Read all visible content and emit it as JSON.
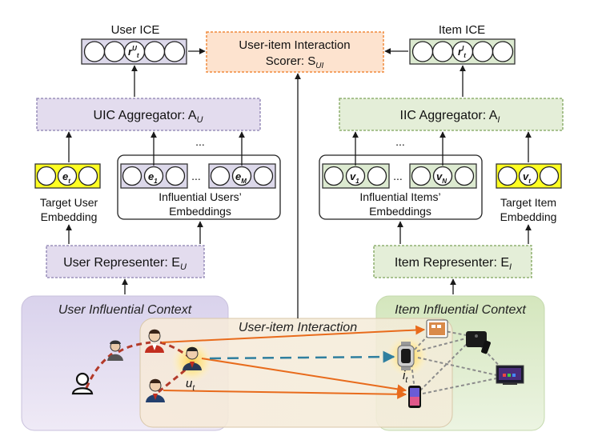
{
  "scorer": {
    "line1": "User-item Interaction",
    "line2_prefix": "Scorer: S",
    "line2_sub": "UI"
  },
  "user_ice": {
    "title": "User ICE",
    "vec_base": "r",
    "vec_sup": "U",
    "vec_sub": "t"
  },
  "item_ice": {
    "title": "Item ICE",
    "vec_base": "r",
    "vec_sup": "I",
    "vec_sub": "t"
  },
  "uic_aggregator": {
    "prefix": "UIC Aggregator: A",
    "sub": "U"
  },
  "iic_aggregator": {
    "prefix": "IIC Aggregator: A",
    "sub": "I"
  },
  "target_user": {
    "label_line1": "Target User",
    "label_line2": "Embedding",
    "vec_base": "e",
    "vec_sub": "t"
  },
  "target_item": {
    "label_line1": "Target Item",
    "label_line2": "Embedding",
    "vec_base": "v",
    "vec_sub": "t"
  },
  "influential_users": {
    "label_line1": "Influential Users’",
    "label_line2": "Embeddings",
    "vec1_base": "e",
    "vec1_sub": "1",
    "vecM_base": "e",
    "vecM_sub": "M"
  },
  "influential_items": {
    "label_line1": "Influential Items’",
    "label_line2": "Embeddings",
    "vec1_base": "v",
    "vec1_sub": "1",
    "vecN_base": "v",
    "vecN_sub": "N"
  },
  "ellipsis": "...",
  "user_representer": {
    "prefix": "User Representer: E",
    "sub": "U"
  },
  "item_representer": {
    "prefix": "Item Representer: E",
    "sub": "I"
  },
  "user_context": {
    "title": "User Influential Context"
  },
  "item_context": {
    "title": "Item Influential Context"
  },
  "interaction": {
    "title": "User-item Interaction"
  },
  "target_user_node": {
    "base": "u",
    "sub": "t"
  },
  "target_item_node": {
    "base": "i",
    "sub": "t"
  },
  "colors": {
    "user_purple": "#e3dcee",
    "user_purple_border": "#8a7fb0",
    "item_green": "#e4eed8",
    "item_green_border": "#7ea35a",
    "scorer_fill": "#fde3cf",
    "scorer_border": "#f08a3c",
    "highlight_yellow": "#ffff22",
    "edge_red": "#b33a2a",
    "edge_orange": "#e86b1c",
    "edge_teal": "#2f7f9f",
    "edge_gray": "#8c8c8c"
  }
}
